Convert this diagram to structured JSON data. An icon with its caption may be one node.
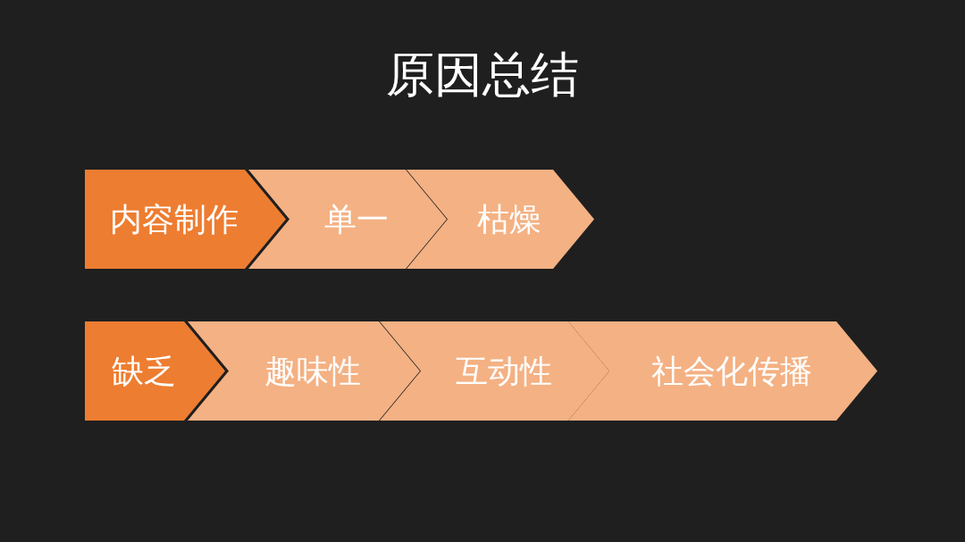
{
  "diagram": {
    "title": "原因总结",
    "nodes": [
      {
        "text": [
          "内容制作"
        ]
      },
      {
        "text": [
          "单一"
        ]
      },
      {
        "text": [
          "枯燥"
        ]
      },
      {
        "text": [
          "缺乏"
        ]
      },
      {
        "text": [
          "趣味性"
        ]
      },
      {
        "text": [
          "互动性"
        ]
      },
      {
        "text": [
          "社会化传播"
        ]
      }
    ]
  }
}
